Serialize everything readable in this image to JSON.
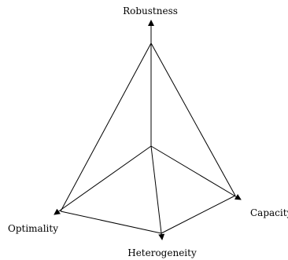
{
  "diagram": {
    "labels": {
      "robustness": "Robustness",
      "capacity": "Capacity",
      "optimality": "Optimality",
      "heterogeneity": "Heterogeneity"
    },
    "colors": {
      "line": "#000000",
      "text": "#000000",
      "background": "#ffffff"
    }
  }
}
